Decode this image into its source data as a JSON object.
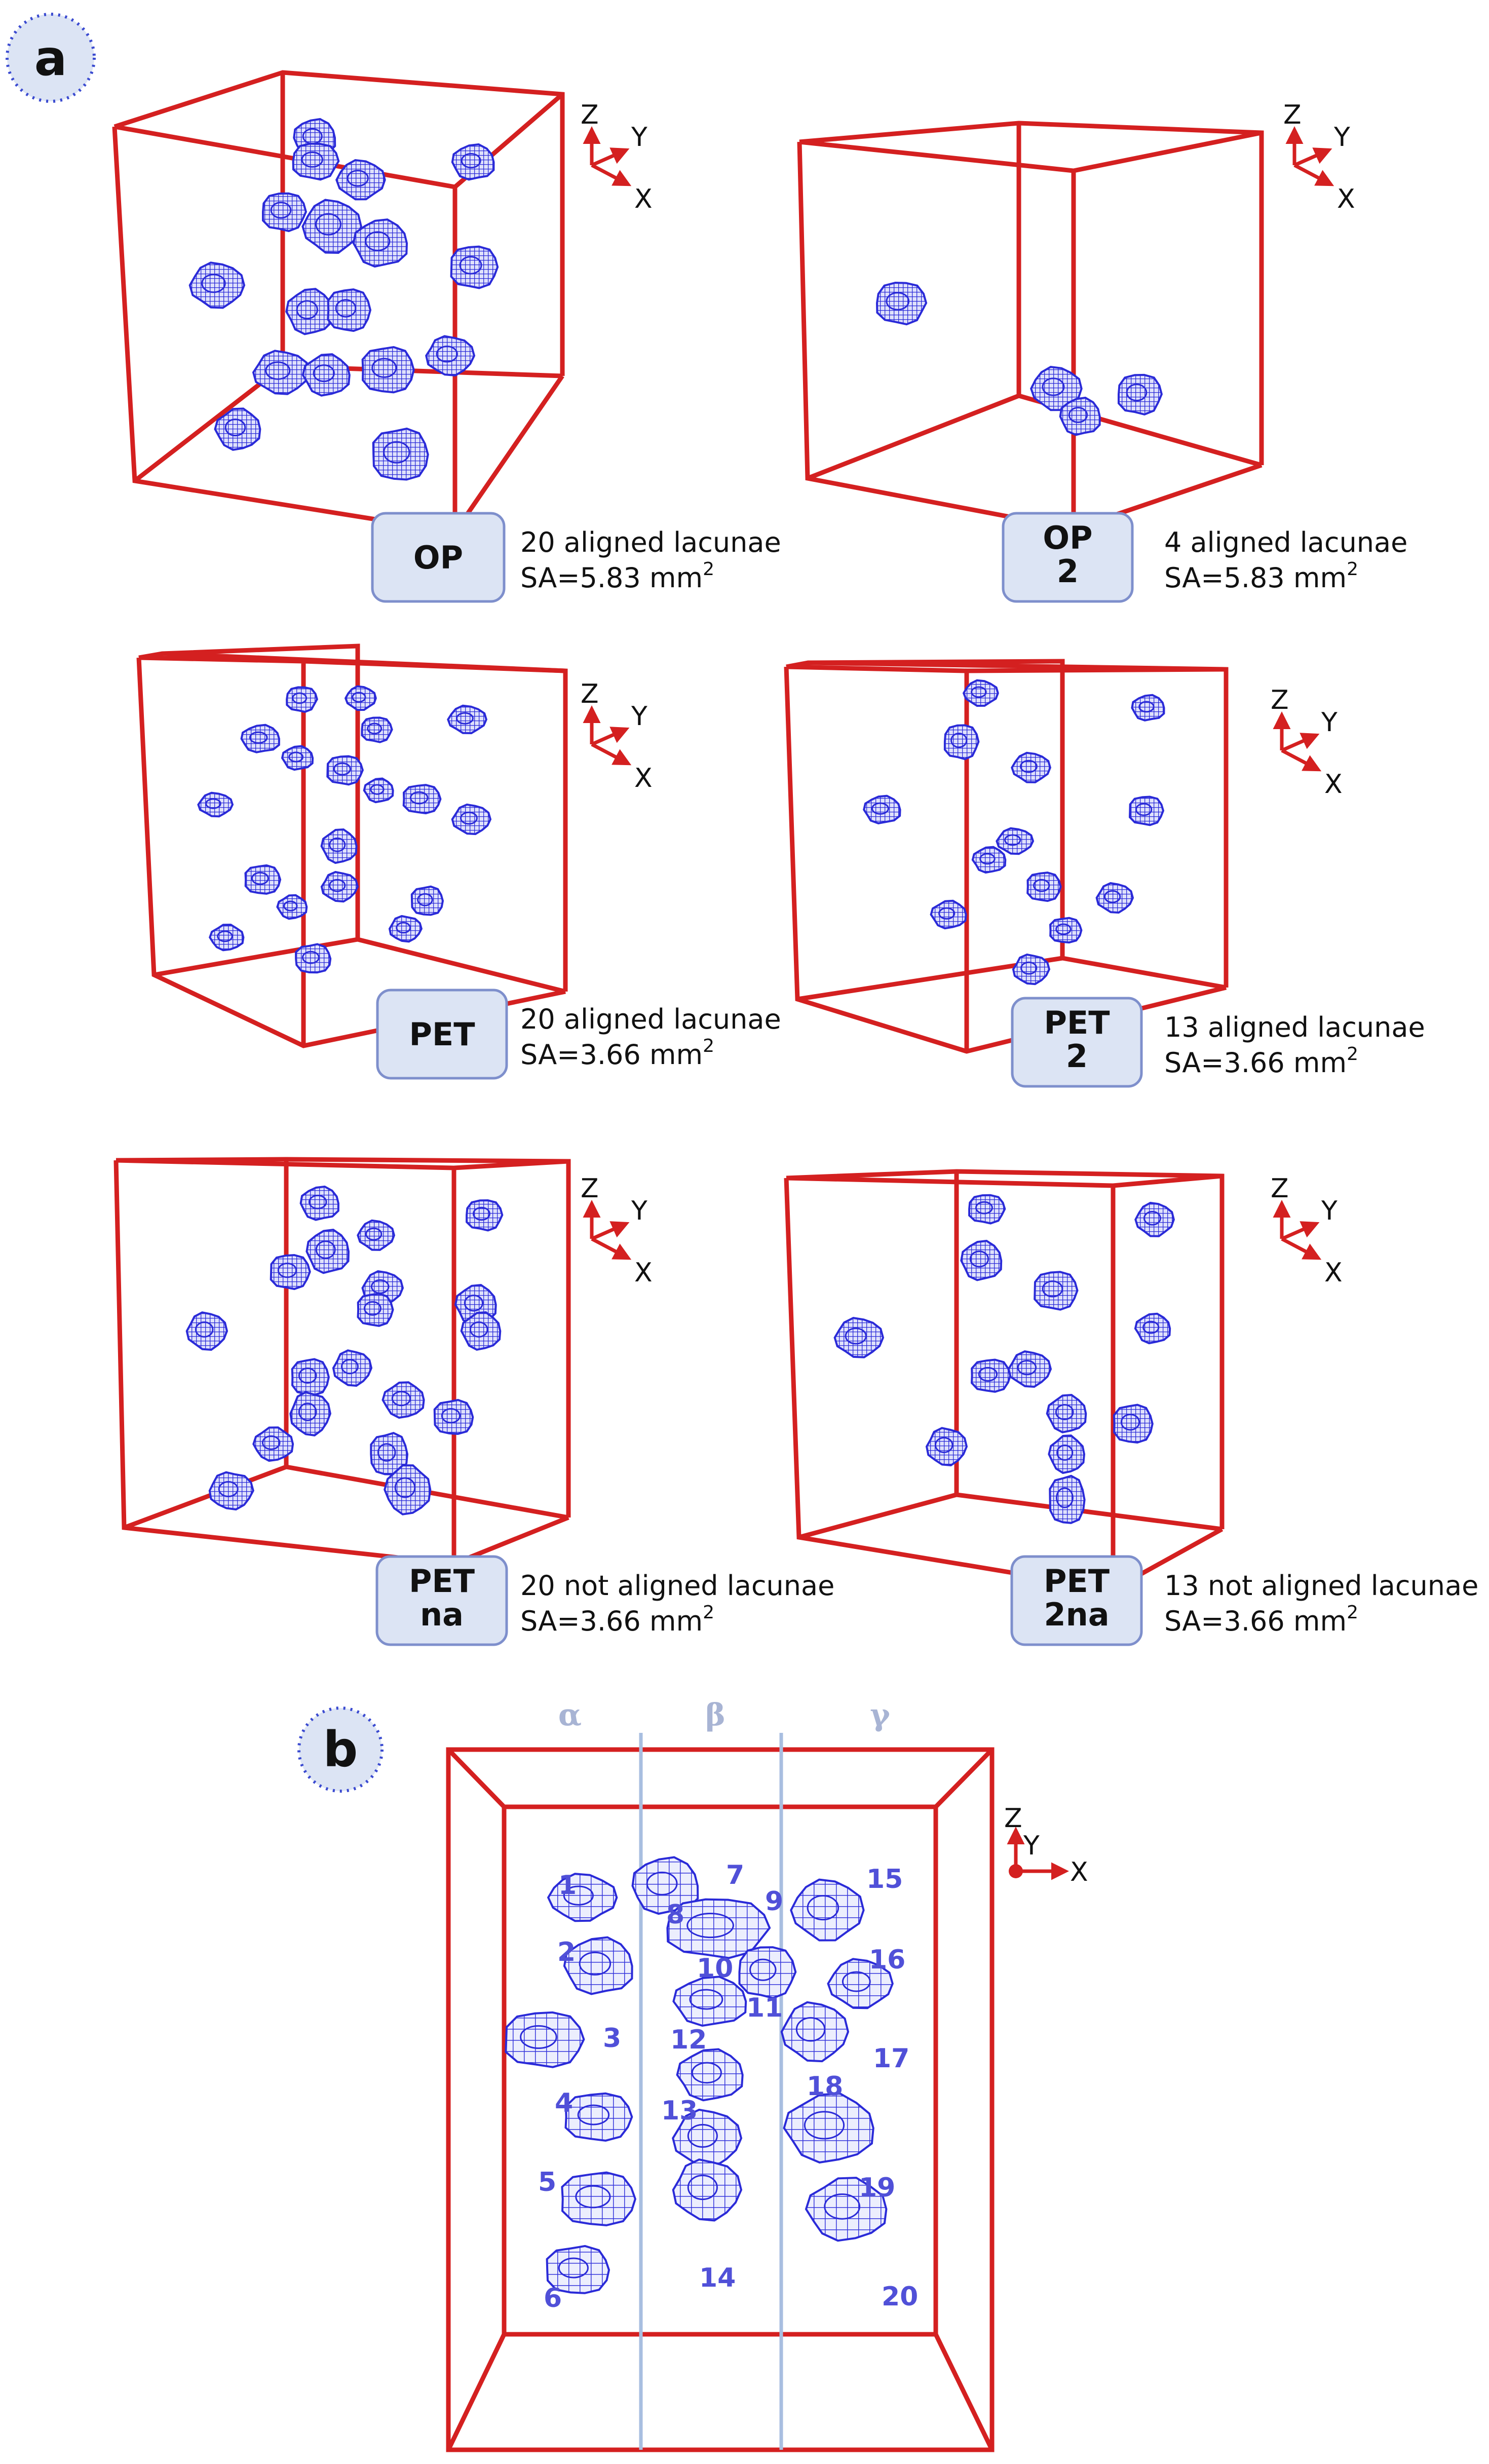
{
  "panel_a": {
    "letter": "a",
    "cells": [
      {
        "label_lines": [
          "OP"
        ],
        "caption_line1": "20 aligned lacunae",
        "caption_line2_prefix": "SA=5.83 mm",
        "caption_sup": "2"
      },
      {
        "label_lines": [
          "OP",
          "2"
        ],
        "caption_line1": "4 aligned lacunae",
        "caption_line2_prefix": "SA=5.83 mm",
        "caption_sup": "2"
      },
      {
        "label_lines": [
          "PET"
        ],
        "caption_line1": "20 aligned lacunae",
        "caption_line2_prefix": "SA=3.66 mm",
        "caption_sup": "2"
      },
      {
        "label_lines": [
          "PET",
          "2"
        ],
        "caption_line1": "13 aligned lacunae",
        "caption_line2_prefix": "SA=3.66 mm",
        "caption_sup": "2"
      },
      {
        "label_lines": [
          "PET",
          "na"
        ],
        "caption_line1": "20 not aligned lacunae",
        "caption_line2_prefix": "SA=3.66 mm",
        "caption_sup": "2"
      },
      {
        "label_lines": [
          "PET",
          "2na"
        ],
        "caption_line1": "13 not aligned lacunae",
        "caption_line2_prefix": "SA=3.66 mm",
        "caption_sup": "2"
      }
    ],
    "axes_labels": {
      "z": "Z",
      "y": "Y",
      "x": "X"
    }
  },
  "panel_b": {
    "letter": "b",
    "region_labels": [
      "α",
      "β",
      "γ"
    ],
    "lacuna_numbers": [
      "1",
      "2",
      "3",
      "4",
      "5",
      "6",
      "7",
      "8",
      "9",
      "10",
      "11",
      "12",
      "13",
      "14",
      "15",
      "16",
      "17",
      "18",
      "19",
      "20"
    ],
    "axes_labels": {
      "z": "Z",
      "y": "Y",
      "x": "X"
    }
  },
  "colors": {
    "box_edge": "#d42020",
    "lacuna": "#2a2ad8",
    "label_fill": "#dce4f4",
    "label_border": "#7e8fcc",
    "panel_badge_fill": "#dce4f4",
    "panel_badge_border": "#3a4ad0",
    "divider": "#a8bee0",
    "number_text": "#5050d8"
  }
}
